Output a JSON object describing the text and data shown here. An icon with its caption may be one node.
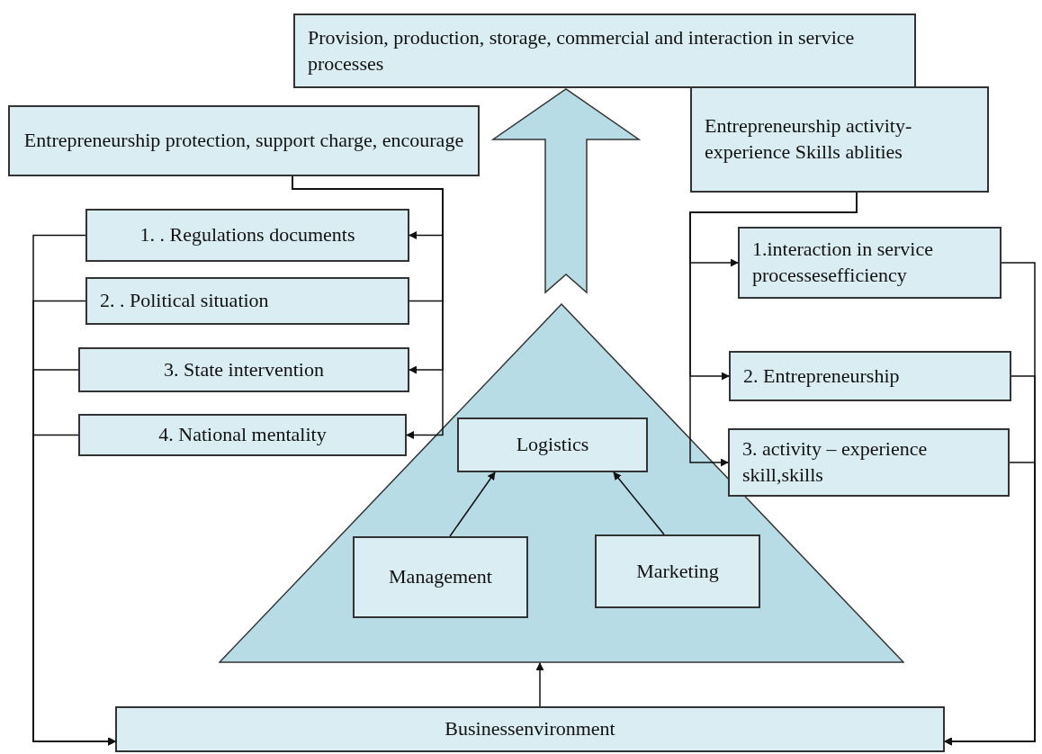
{
  "diagram": {
    "nodes": [
      {
        "text": [
          "Provision, production, storage, commercial and interaction in service processes"
        ]
      },
      {
        "text": [
          "Entrepreneurship protection, support charge, encourage"
        ]
      },
      {
        "text": [
          "Entrepreneurship activity- experience Skills ablities"
        ]
      },
      {
        "text": [
          "1. . Regulations documents"
        ]
      },
      {
        "text": [
          "2. . Political situation"
        ]
      },
      {
        "text": [
          "3. State intervention"
        ]
      },
      {
        "text": [
          "4. National mentality"
        ]
      },
      {
        "text": [
          "1.interaction in service processesefficiency"
        ]
      },
      {
        "text": [
          "2. Entrepreneurship"
        ]
      },
      {
        "text": [
          "3. activity – experience skill,skills"
        ]
      },
      {
        "text": [],
        "shape": "triangle"
      },
      {
        "text": [
          "Logistics"
        ],
        "in": 10
      },
      {
        "text": [
          "Management"
        ],
        "in": 10
      },
      {
        "text": [
          "Marketing"
        ],
        "in": 10
      },
      {
        "text": [
          "Businessenvironment"
        ]
      }
    ],
    "edges": [
      {
        "from": 10,
        "to": 0,
        "arrow": "to"
      },
      {
        "from": 1,
        "to": 3,
        "arrow": "to"
      },
      {
        "from": 1,
        "to": 4,
        "arrow": "none"
      },
      {
        "from": 1,
        "to": 5,
        "arrow": "to"
      },
      {
        "from": 1,
        "to": 6,
        "arrow": "to"
      },
      {
        "from": 2,
        "to": 7,
        "arrow": "to"
      },
      {
        "from": 2,
        "to": 8,
        "arrow": "to"
      },
      {
        "from": 2,
        "to": 9,
        "arrow": "to"
      },
      {
        "from": 3,
        "to": 14,
        "arrow": "to"
      },
      {
        "from": 4,
        "to": 14,
        "arrow": "to"
      },
      {
        "from": 5,
        "to": 14,
        "arrow": "to"
      },
      {
        "from": 6,
        "to": 14,
        "arrow": "to"
      },
      {
        "from": 7,
        "to": 14,
        "arrow": "to"
      },
      {
        "from": 8,
        "to": 14,
        "arrow": "to"
      },
      {
        "from": 9,
        "to": 14,
        "arrow": "to"
      },
      {
        "from": 12,
        "to": 11,
        "arrow": "to"
      },
      {
        "from": 13,
        "to": 11,
        "arrow": "to"
      },
      {
        "from": 14,
        "to": 10,
        "arrow": "to"
      }
    ]
  }
}
